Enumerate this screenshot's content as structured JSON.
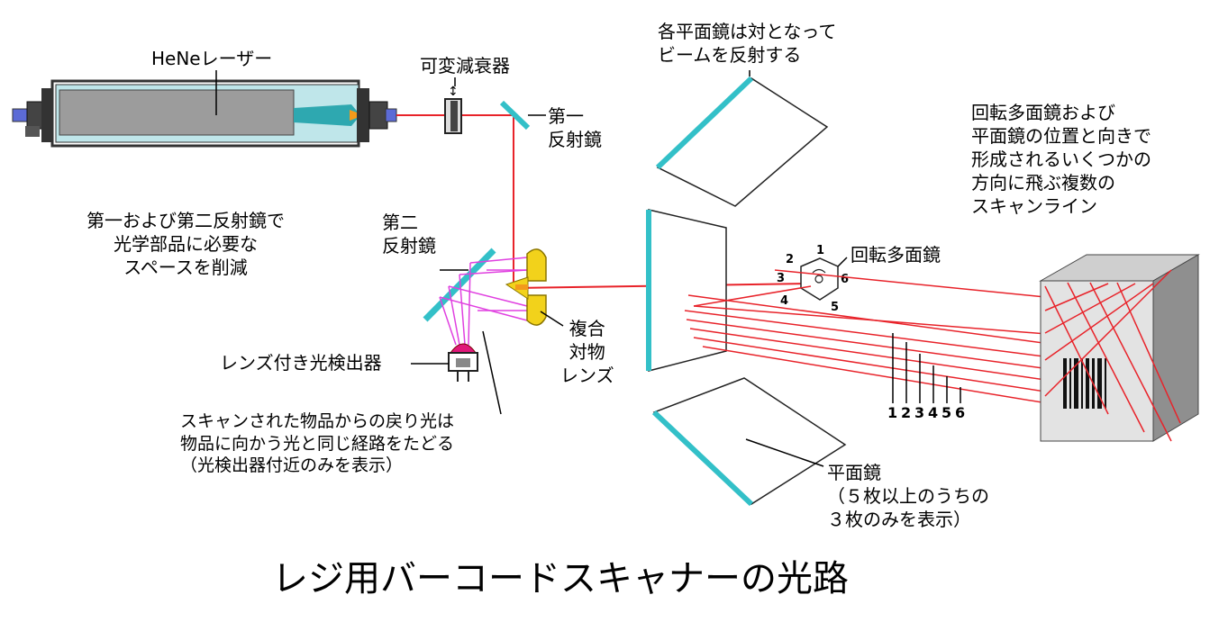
{
  "title": "レジ用バーコードスキャナーの光路",
  "labels": {
    "laser": "HeNeレーザー",
    "attenuator": "可変減衰器",
    "first_mirror": "第一\n反射鏡",
    "mirror_pairs": "各平面鏡は対となって\nビームを反射する",
    "scan_lines": "回転多面鏡および\n平面鏡の位置と向きで\n形成されるいくつかの\n方向に飛ぶ複数の\nスキャンライン",
    "space_saving": "第一および第二反射鏡で\n光学部品に必要な\nスペースを削減",
    "second_mirror": "第二\n反射鏡",
    "polygon_mirror": "回転多面鏡",
    "detector": "レンズ付き光検出器",
    "objective": "複合\n対物\nレンズ",
    "return_light": "スキャンされた物品からの戻り光は\n物品に向かう光と同じ経路をたどる\n（光検出器付近のみを表示）",
    "flat_mirror": "平面鏡\n（５枚以上のうちの\n３枚のみを表示）"
  },
  "polygon_faces": [
    "1",
    "2",
    "3",
    "4",
    "5",
    "6"
  ],
  "scan_line_numbers": [
    "1",
    "2",
    "3",
    "4",
    "5",
    "6"
  ],
  "colors": {
    "laser_beam": "#e8232a",
    "return_beam": "#e040e0",
    "mirror": "#33c0c8",
    "lens": "#f2d21b",
    "box_side": "#b5b5b5",
    "box_front": "#e3e3e3"
  }
}
